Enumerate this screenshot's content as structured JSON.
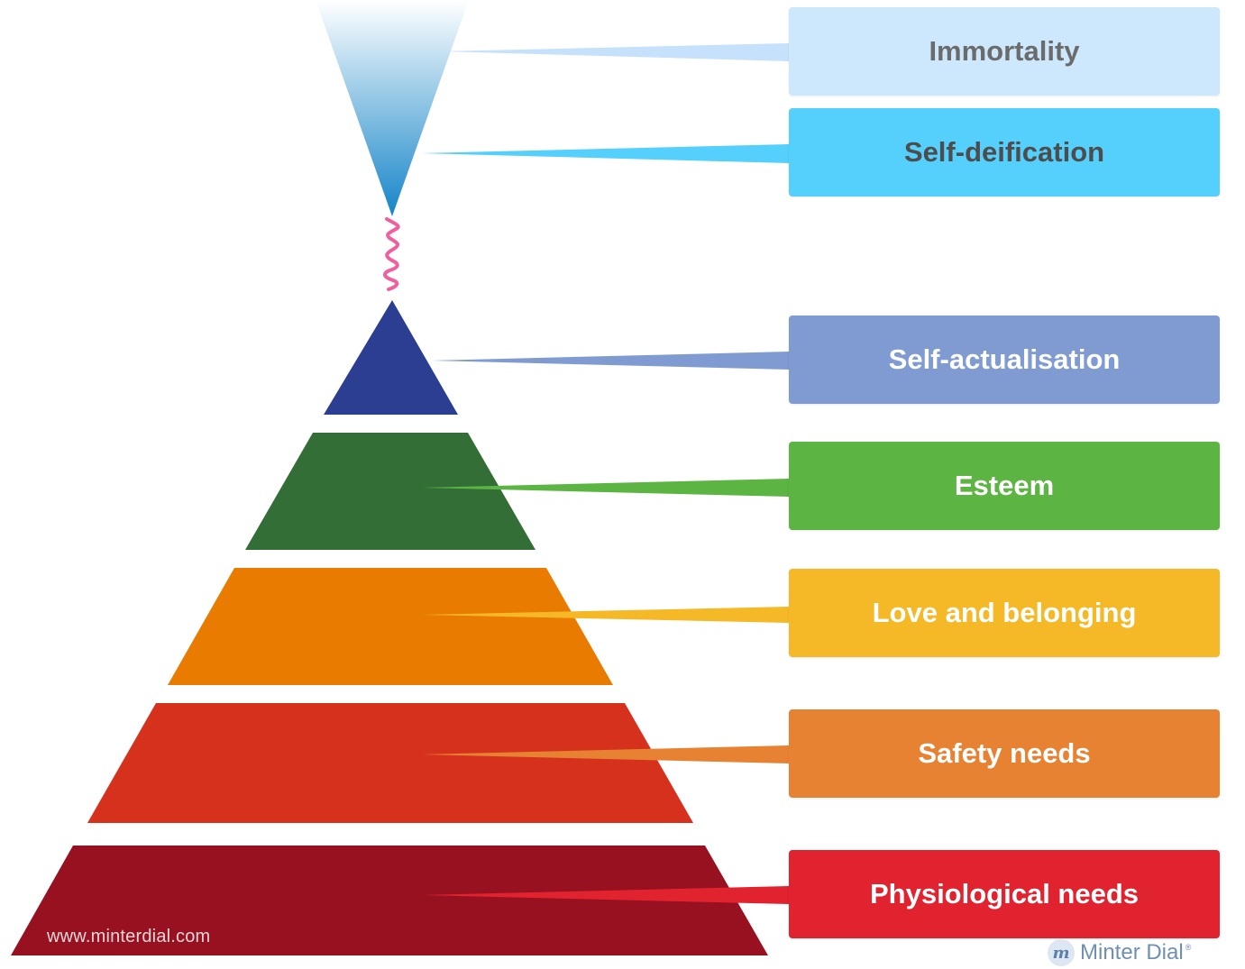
{
  "levels": [
    {
      "id": "immortality",
      "label": "Immortality",
      "box_color": "#cde8fd",
      "text_color": "#6b6b6b",
      "connector_color": "#c5e1fb"
    },
    {
      "id": "self-deification",
      "label": "Self-deification",
      "box_color": "#55cffb",
      "text_color": "#4d4d4d",
      "connector_color": "#55cffb"
    },
    {
      "id": "self-actualisation",
      "label": "Self-actualisation",
      "box_color": "#7f9bd1",
      "text_color": "#ffffff",
      "connector_color": "#7f9bd1",
      "shape_color": "#2c3e91"
    },
    {
      "id": "esteem",
      "label": "Esteem",
      "box_color": "#5cb443",
      "text_color": "#ffffff",
      "connector_color": "#5cb443",
      "shape_color": "#336e36"
    },
    {
      "id": "love-and-belonging",
      "label": "Love and belonging",
      "box_color": "#f5b826",
      "text_color": "#ffffff",
      "connector_color": "#f5b826",
      "shape_color": "#e87b00"
    },
    {
      "id": "safety-needs",
      "label": "Safety needs",
      "box_color": "#e88233",
      "text_color": "#ffffff",
      "connector_color": "#e88233",
      "shape_color": "#d5311d"
    },
    {
      "id": "physiological-needs",
      "label": "Physiological needs",
      "box_color": "#e1222f",
      "text_color": "#ffffff",
      "connector_color": "#e1222f",
      "shape_color": "#971121"
    }
  ],
  "inverted_cone": {
    "color_top": "#ffffff",
    "color_bottom": "#1585c8"
  },
  "squiggle_color": "#f0609e",
  "footer": {
    "website": "www.minterdial.com",
    "brand_name": "Minter Dial",
    "brand_logo_letter": "m",
    "brand_mark": "®"
  }
}
